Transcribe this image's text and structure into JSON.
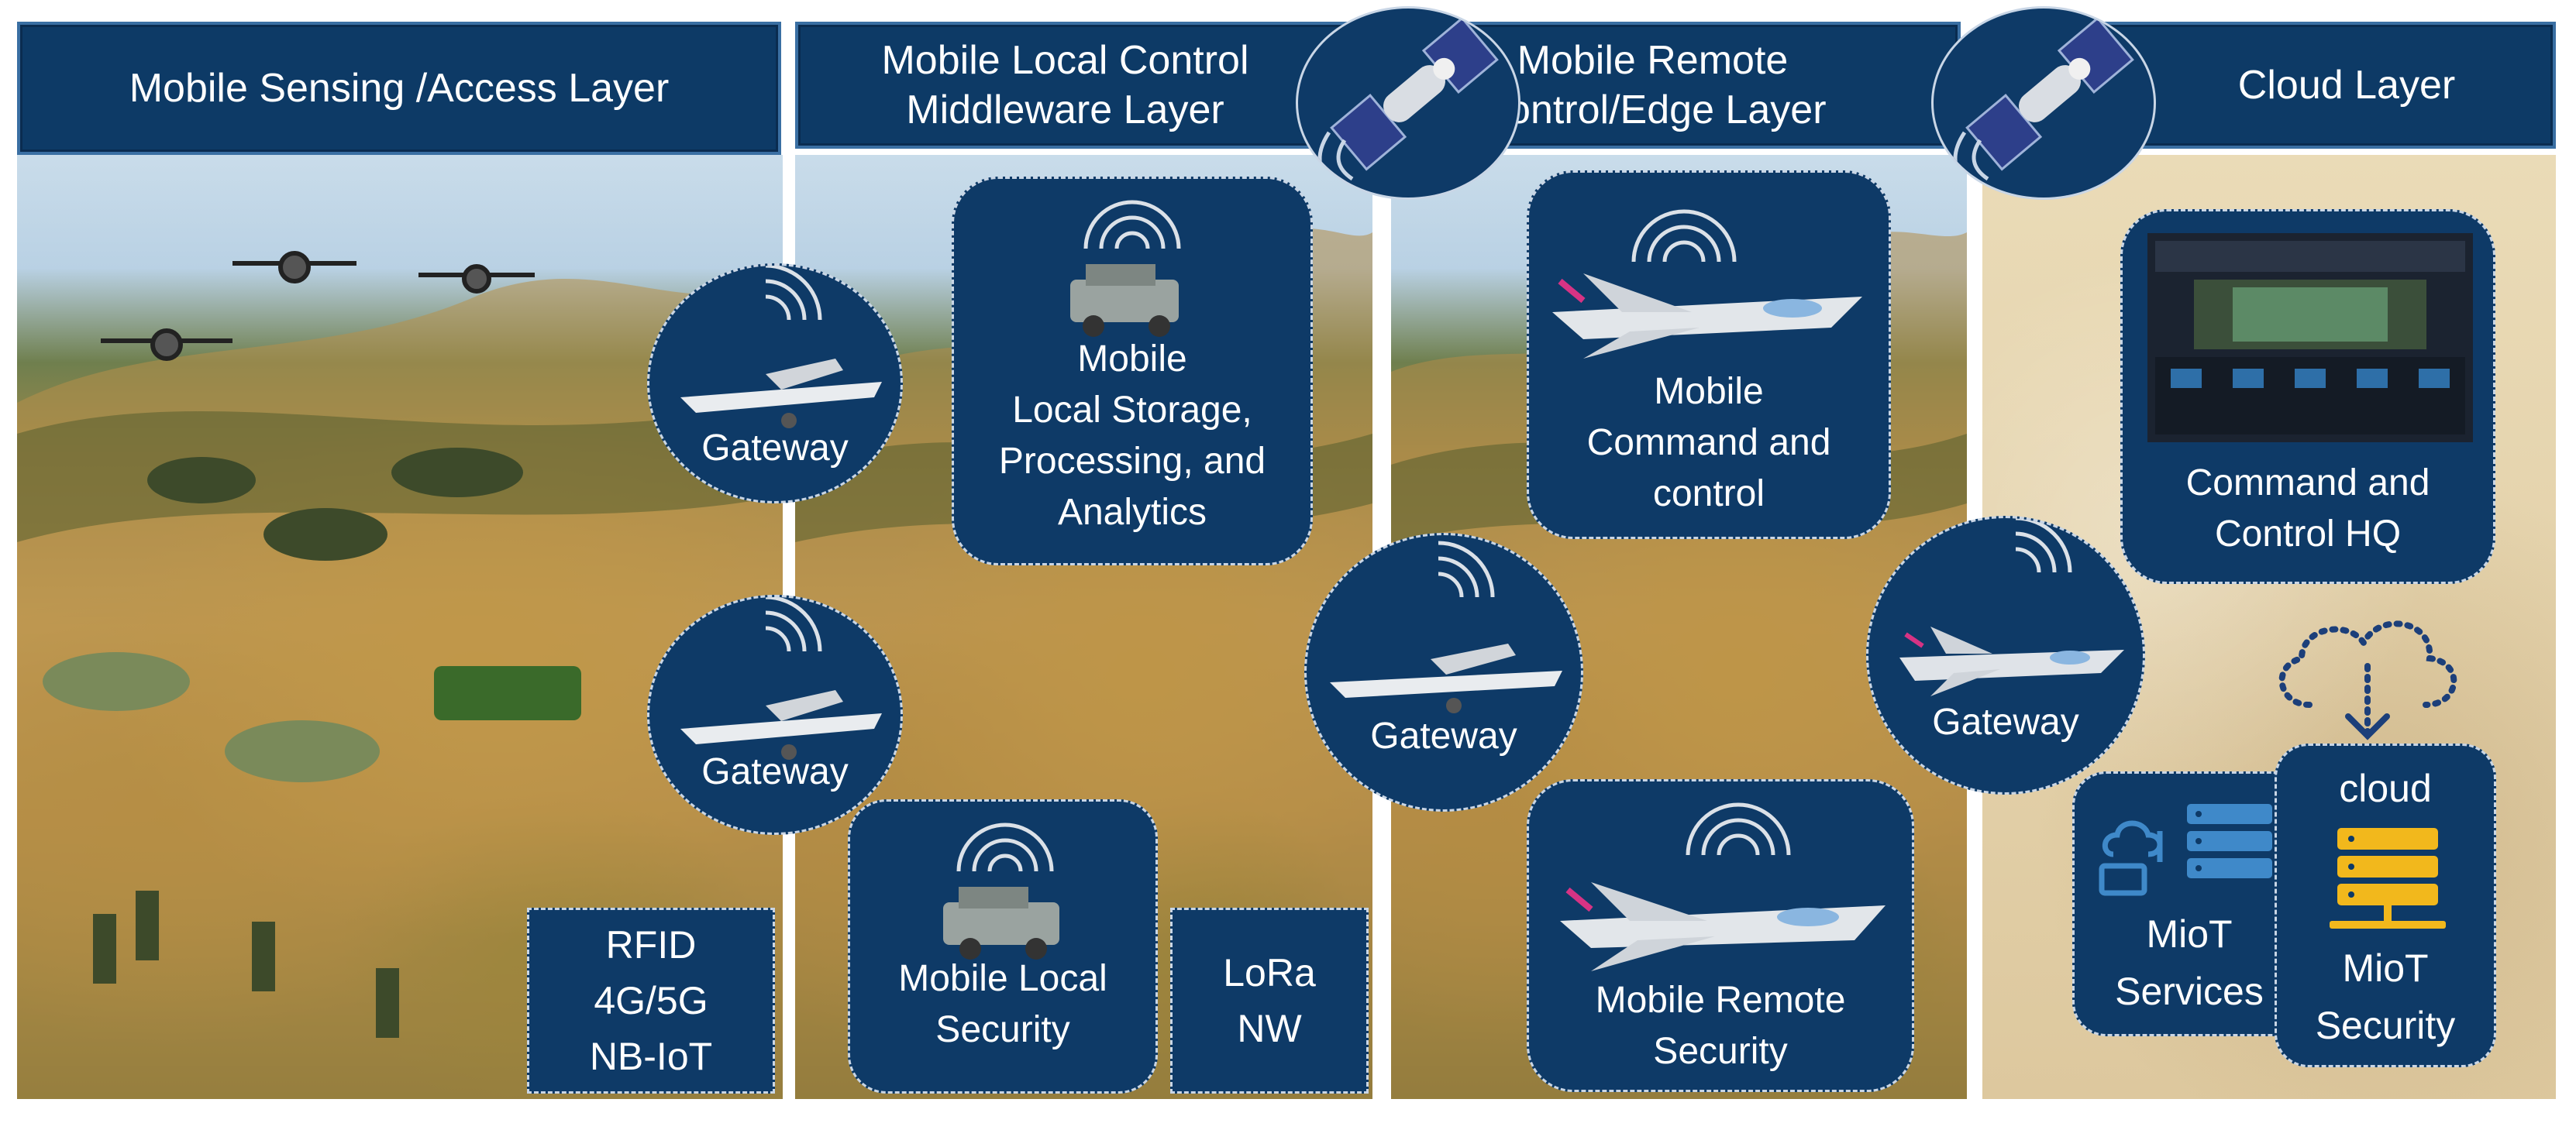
{
  "layers": {
    "sensing": "Mobile Sensing /Access Layer",
    "local": "Mobile Local Control\nMiddleware Layer",
    "remote": "Mobile Remote\nControl/Edge Layer",
    "cloud": "Cloud Layer"
  },
  "gateways": {
    "gw1": "Gateway",
    "gw2": "Gateway",
    "gw3": "Gateway",
    "gw4": "Gateway"
  },
  "cards": {
    "local_storage": "Mobile\nLocal  Storage,\nProcessing, and\nAnalytics",
    "local_security": "Mobile Local\nSecurity",
    "command_control": "Mobile\nCommand and\ncontrol",
    "remote_security": "Mobile Remote\nSecurity",
    "hq": "Command and\nControl HQ",
    "cloud_label": "cloud",
    "miot_services": "MioT\nServices",
    "miot_security": "MioT\nSecurity"
  },
  "networks": {
    "access": "RFID\n4G/5G\nNB-IoT",
    "lora": "LoRa\nNW"
  },
  "colors": {
    "navy": "#0e3a67",
    "header_border": "#3a6fa3",
    "icon_blue": "#3f89c9",
    "icon_gold": "#f2b81c"
  }
}
